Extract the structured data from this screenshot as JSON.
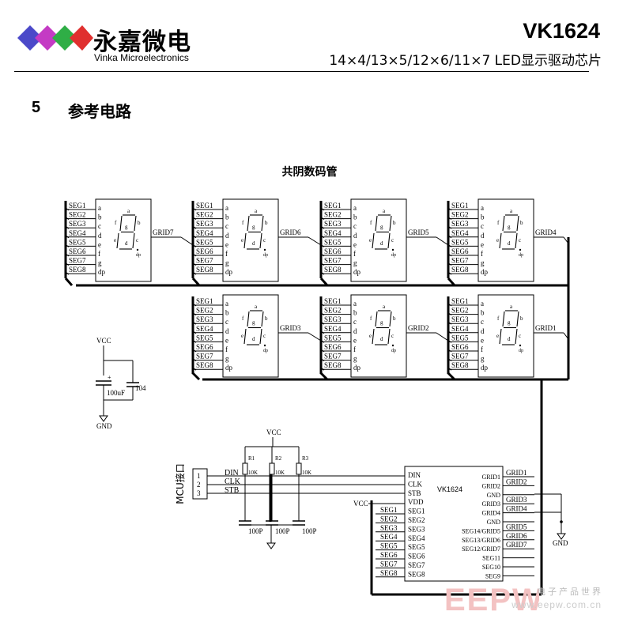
{
  "header": {
    "company_cn": "永嘉微电",
    "company_en": "Vinka Microelectronics",
    "part": "VK1624",
    "subtitle": "14×4/13×5/12×6/11×7 LED显示驱动芯片",
    "logo_colors": [
      "#4b49c9",
      "#c43bc4",
      "#2fae46",
      "#e0302f"
    ]
  },
  "section": {
    "number": "5",
    "title": "参考电路"
  },
  "diagram": {
    "caption": "共阴数码管",
    "segment_labels": [
      "SEG1",
      "SEG2",
      "SEG3",
      "SEG4",
      "SEG5",
      "SEG6",
      "SEG7",
      "SEG8"
    ],
    "digit_pins": [
      "a",
      "b",
      "c",
      "d",
      "e",
      "f",
      "g",
      "dp"
    ],
    "seven_seg_labels": [
      "a",
      "b",
      "c",
      "d",
      "e",
      "f",
      "g",
      "dp"
    ],
    "grids": [
      "GRID7",
      "GRID6",
      "GRID5",
      "GRID4",
      "GRID3",
      "GRID2",
      "GRID1"
    ],
    "power": {
      "vcc": "VCC",
      "gnd": "GND",
      "cap1": "100uF",
      "cap2": "104",
      "plus": "+"
    },
    "mcu": {
      "label": "MCU接口",
      "pins": [
        "1",
        "2",
        "3"
      ],
      "signals": [
        "DIN",
        "CLK",
        "STB"
      ],
      "resistors": [
        "R1",
        "R2",
        "R3"
      ],
      "resistor_value": "10K",
      "cap_value": "100P"
    },
    "chip": {
      "name": "VK1624",
      "left_pins": [
        "DIN",
        "CLK",
        "STB",
        "VDD",
        "SEG1",
        "SEG2",
        "SEG3",
        "SEG4",
        "SEG5",
        "SEG6",
        "SEG7",
        "SEG8"
      ],
      "right_pins": [
        "GRID1",
        "GRID2",
        "GND",
        "GRID3",
        "GRID4",
        "GND",
        "SEG14/GRID5",
        "SEG13/GRID6",
        "SEG12/GRID7",
        "SEG11",
        "SEG10",
        "SEG9"
      ],
      "right_out": [
        "GRID1",
        "GRID2",
        "",
        "GRID3",
        "GRID4",
        "",
        "GRID5",
        "GRID6",
        "GRID7"
      ]
    }
  },
  "watermark": {
    "logo": "EEPW",
    "text": "电子产品世界",
    "url": "www.eepw.com.cn"
  }
}
